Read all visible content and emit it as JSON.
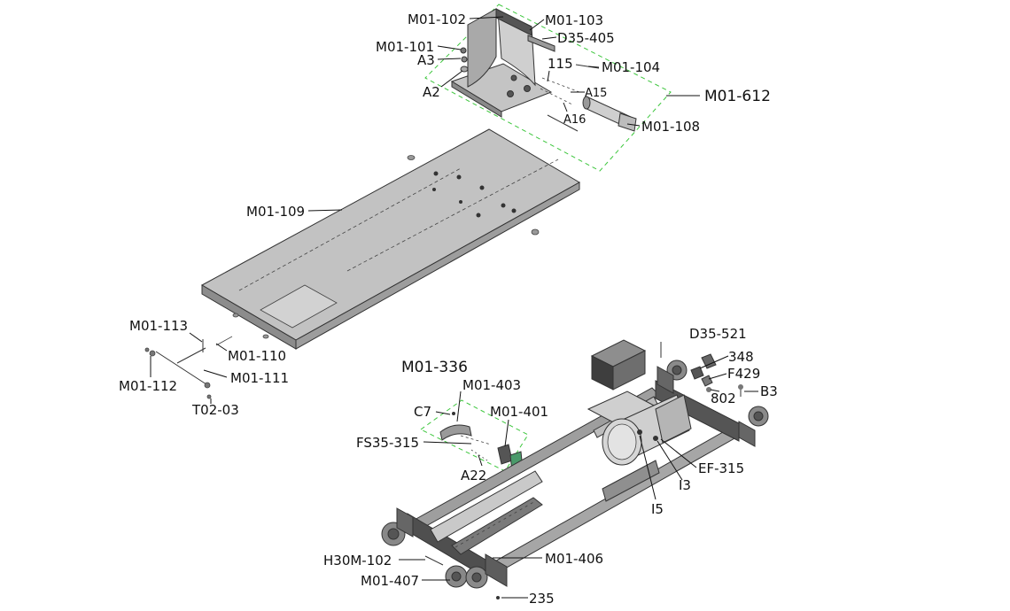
{
  "labels": {
    "m01_102": "M01-102",
    "m01_103": "M01-103",
    "d35_405": "D35-405",
    "m01_101": "M01-101",
    "a3": "A3",
    "n115": "115",
    "m01_104": "M01-104",
    "a2": "A2",
    "a15": "A15",
    "m01_612": "M01-612",
    "a16": "A16",
    "m01_108": "M01-108",
    "m01_109": "M01-109",
    "m01_113": "M01-113",
    "m01_110": "M01-110",
    "m01_112": "M01-112",
    "m01_111": "M01-111",
    "t02_03": "T02-03",
    "d35_521": "D35-521",
    "n348": "348",
    "m01_336": "M01-336",
    "m01_403": "M01-403",
    "f429": "F429",
    "b3": "B3",
    "n802": "802",
    "c7": "C7",
    "m01_401": "M01-401",
    "fs35_315": "FS35-315",
    "ef_315": "EF-315",
    "a22": "A22",
    "i3": "I3",
    "i5": "I5",
    "h30m_102": "H30M-102",
    "m01_406": "M01-406",
    "m01_407": "M01-407",
    "n235": "235"
  },
  "colors": {
    "line": "#111111",
    "group_outline": "#3cc63c",
    "part_fill": "#b9b9b9",
    "part_dark": "#6e6e6e",
    "part_light": "#d8d8d8"
  }
}
